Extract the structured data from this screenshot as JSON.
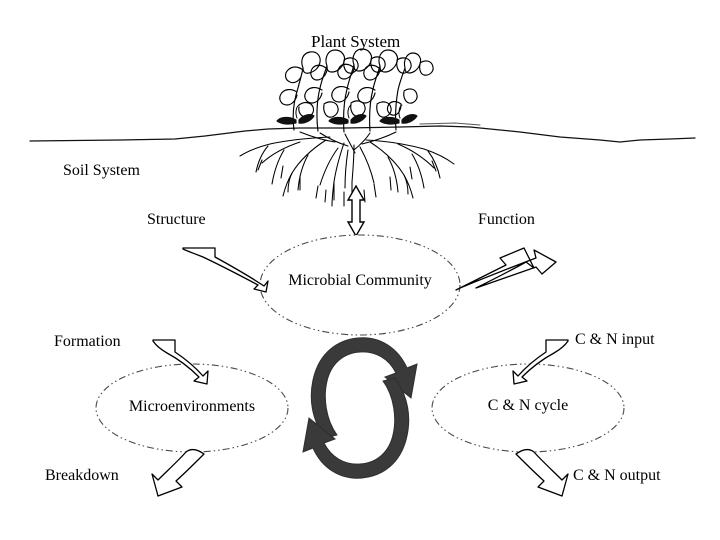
{
  "diagram": {
    "title": "Plant System",
    "background_color": "#ffffff",
    "line_color": "#000000",
    "cycle_arrow_color": "#3a3a3a"
  },
  "labels": {
    "plant_system": "Plant System",
    "soil_system": "Soil System",
    "structure": "Structure",
    "function": "Function",
    "formation": "Formation",
    "breakdown": "Breakdown",
    "c_n_input": "C & N input",
    "c_n_output": "C & N output"
  },
  "nodes": {
    "microbial_community": "Microbial Community",
    "microenvironments": "Microenvironments",
    "c_n_cycle": "C & N cycle"
  },
  "icons": {
    "plant": "plant-illustration-icon",
    "soil_line": "soil-surface-line-icon",
    "vertical_double_arrow": "vertical-double-headed-arrow-icon",
    "structure_arrow": "structure-curved-arrow-icon",
    "function_arrow": "function-curved-arrow-icon",
    "formation_arrow": "formation-curved-arrow-icon",
    "breakdown_arrow": "breakdown-curved-arrow-icon",
    "input_arrow": "c-n-input-curved-arrow-icon",
    "output_arrow": "c-n-output-curved-arrow-icon",
    "cycle_top": "cycle-top-clockwise-arrow-icon",
    "cycle_bottom": "cycle-bottom-counterclockwise-arrow-icon"
  }
}
